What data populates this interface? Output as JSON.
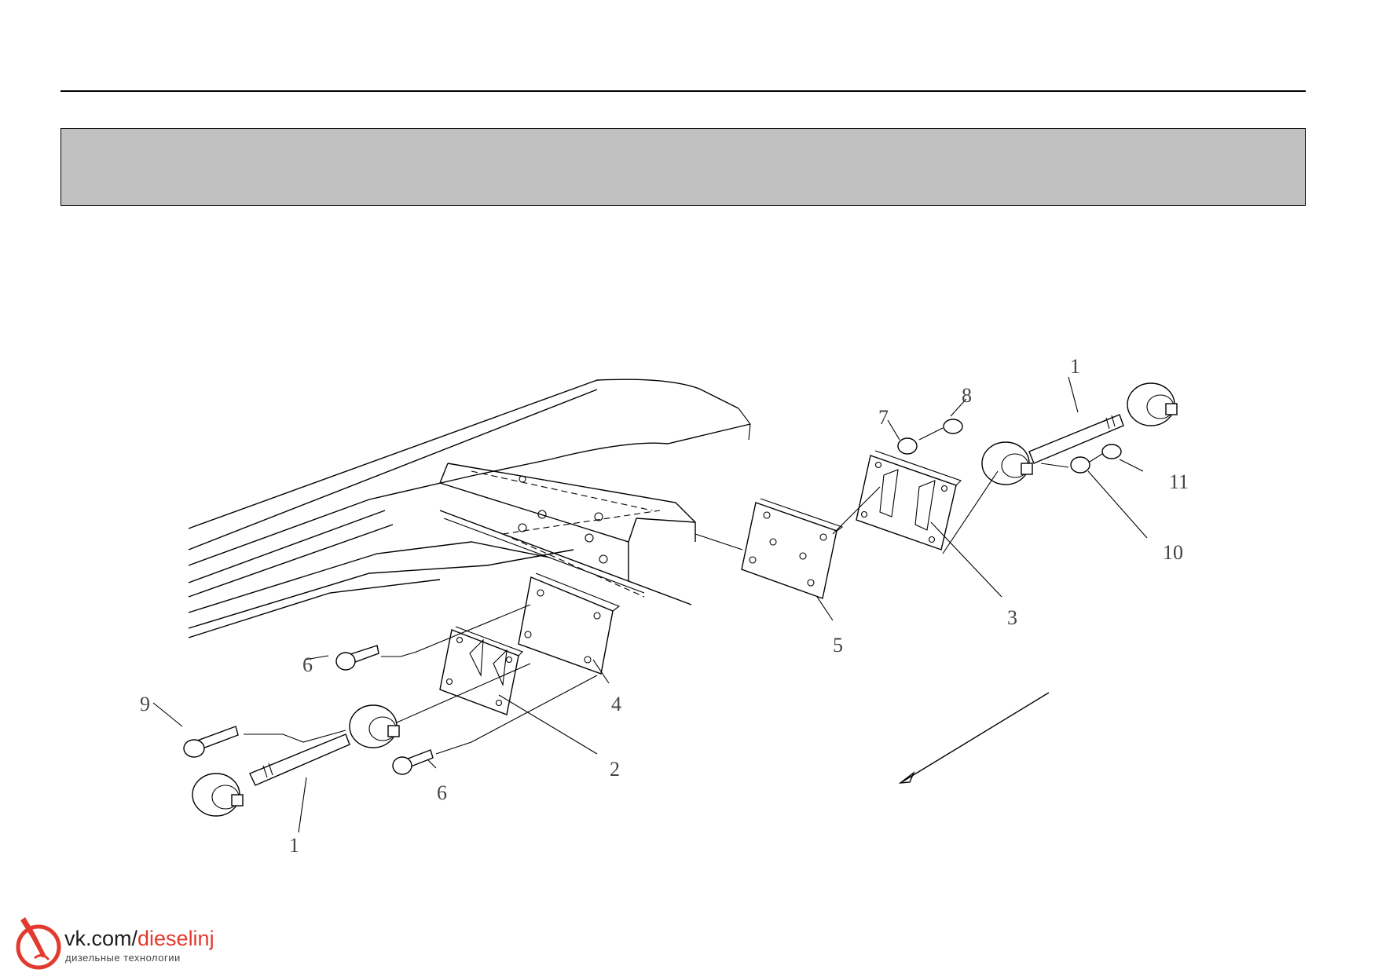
{
  "header": {
    "title": ""
  },
  "callouts": [
    "1",
    "1",
    "2",
    "3",
    "4",
    "5",
    "6",
    "6",
    "7",
    "8",
    "9",
    "10",
    "11"
  ],
  "watermark": {
    "prefix": "vk.com/",
    "handle": "dieselinj",
    "tagline": "дизельные технологии",
    "accent_color": "#e23a2e"
  },
  "colors": {
    "title_band": "#c0c0c0",
    "line": "#000000"
  }
}
